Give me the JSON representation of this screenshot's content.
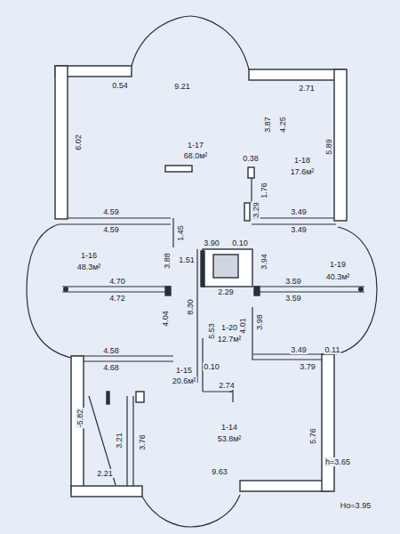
{
  "diagram": {
    "labels": [
      "0.54",
      "9.21",
      "2.71",
      "3.87",
      "4.25",
      "5.89",
      "6.02",
      "1-17",
      "68.0м²",
      "0.38",
      "1-18",
      "17.6м²",
      "1.76",
      "3.29",
      "3.49",
      "3.49",
      "4.59",
      "4.59",
      "1.45",
      "3.88",
      "1.51",
      "3.90",
      "0.10",
      "3.94",
      "1-16",
      "48.3м²",
      "1-19",
      "40.3м²",
      "4.70",
      "4.72",
      "2.29",
      "3.59",
      "3.59",
      "8.30",
      "5.53",
      "4.04",
      "4.01",
      "3.98",
      "1-20",
      "12.7м²",
      "3.49",
      "0.11",
      "3.79",
      "4.58",
      "4.68",
      "1-15",
      "20.6м²",
      "0.10",
      "2.74",
      "-5.82",
      "3.21",
      "3.76",
      "1-14",
      "53.8м²",
      "5.76",
      "h=3.65",
      "2.21",
      "9.63",
      "Ho=3.95"
    ]
  }
}
